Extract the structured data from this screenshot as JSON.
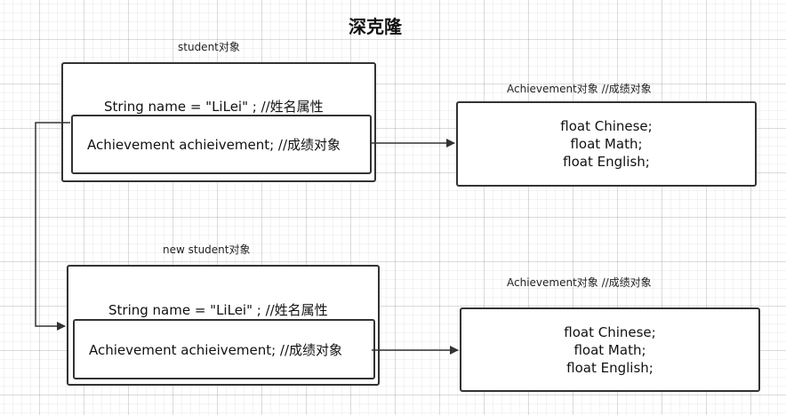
{
  "title": "深克隆",
  "student": {
    "caption": "student对象",
    "name_line": "String name = \"LiLei\" ;  //姓名属性",
    "achievement_line": "Achievement achieivement;   //成绩对象"
  },
  "new_student": {
    "caption": "new student对象",
    "name_line": "String name = \"LiLei\" ;  //姓名属性",
    "achievement_line": "Achievement achieivement;   //成绩对象"
  },
  "achievement_top": {
    "caption": "Achievement对象 //成绩对象",
    "fields": [
      "float Chinese;",
      "float Math;",
      "float English;"
    ]
  },
  "achievement_bottom": {
    "caption": "Achievement对象 //成绩对象",
    "fields": [
      "float Chinese;",
      "float Math;",
      "float English;"
    ]
  },
  "colors": {
    "stroke": "#333333",
    "grid": "#e6e6e6"
  }
}
